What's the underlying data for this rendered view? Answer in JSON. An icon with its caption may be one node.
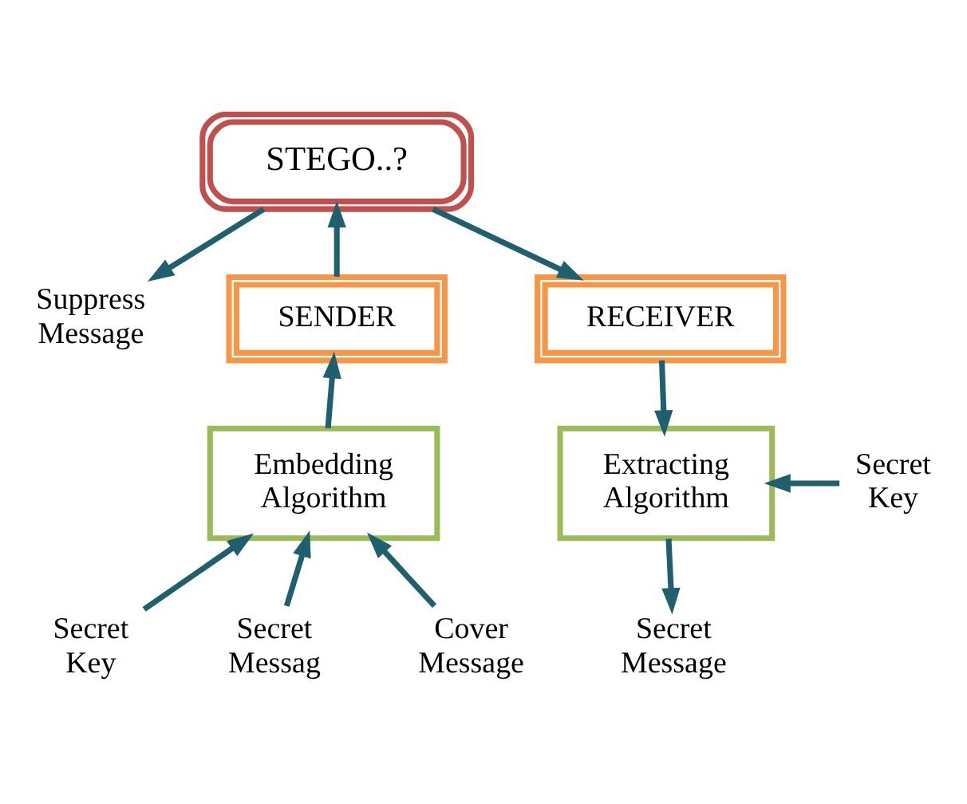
{
  "diagram": {
    "nodes": [
      {
        "text": [
          "STEGO..?"
        ]
      },
      {
        "text": [
          "Suppress Message"
        ]
      },
      {
        "text": [
          "SENDER"
        ]
      },
      {
        "text": [
          "RECEIVER"
        ]
      },
      {
        "text": [
          "Embedding Algorithm"
        ]
      },
      {
        "text": [
          "Extracting Algorithm"
        ]
      },
      {
        "text": [
          "Secret Key"
        ]
      },
      {
        "text": [
          "Secret Messag"
        ]
      },
      {
        "text": [
          "Cover Message"
        ]
      },
      {
        "text": [
          "Secret Key"
        ]
      },
      {
        "text": [
          "Secret Message"
        ]
      }
    ],
    "edges": [
      {
        "from": 2,
        "to": 0,
        "arrow": "to"
      },
      {
        "from": 0,
        "to": 1,
        "arrow": "to"
      },
      {
        "from": 0,
        "to": 3,
        "arrow": "to"
      },
      {
        "from": 4,
        "to": 2,
        "arrow": "to"
      },
      {
        "from": 3,
        "to": 5,
        "arrow": "to"
      },
      {
        "from": 9,
        "to": 5,
        "arrow": "to"
      },
      {
        "from": 5,
        "to": 10,
        "arrow": "to"
      },
      {
        "from": 6,
        "to": 4,
        "arrow": "to"
      },
      {
        "from": 7,
        "to": 4,
        "arrow": "to"
      },
      {
        "from": 8,
        "to": 4,
        "arrow": "to"
      }
    ]
  }
}
